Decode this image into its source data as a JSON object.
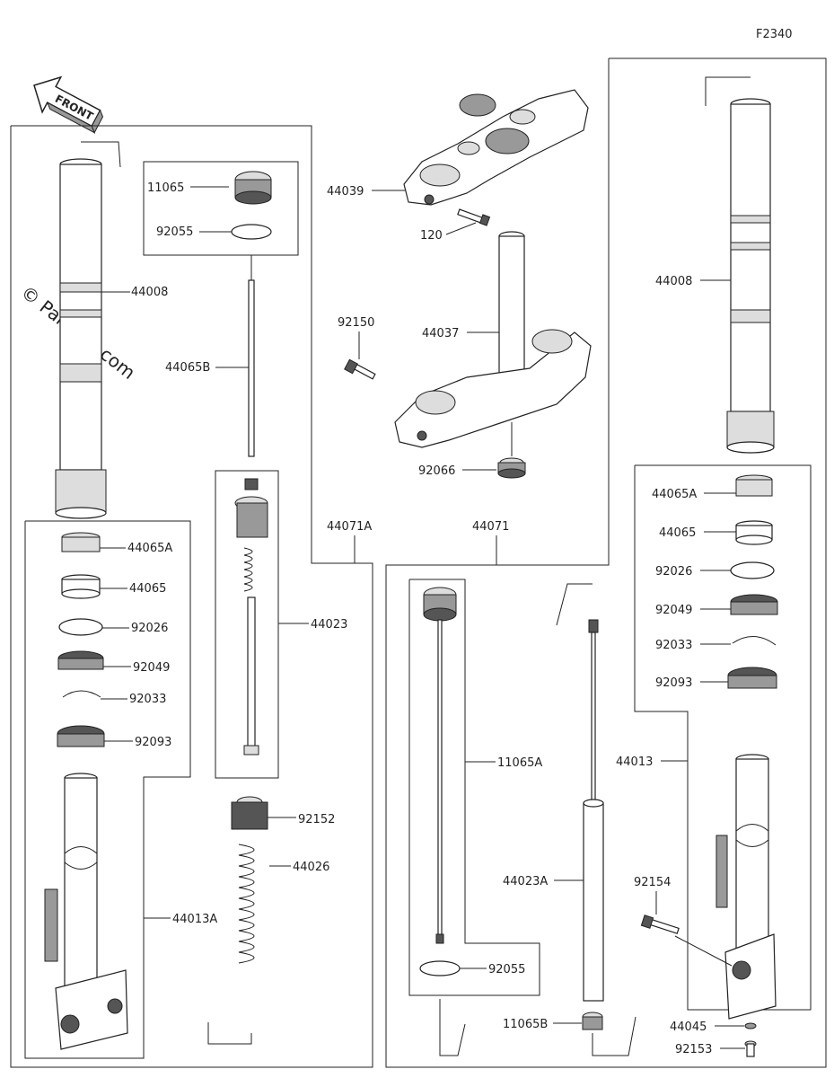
{
  "diagram_code": "F2340",
  "front_label": "FRONT",
  "watermark": "© Partzilla.com",
  "labels": {
    "p11065": "11065",
    "p92055a": "92055",
    "p44008a": "44008",
    "p44065Ba": "44065B",
    "p44065Aa": "44065A",
    "p44065a": "44065",
    "p92026a": "92026",
    "p92049a": "92049",
    "p92033a": "92033",
    "p92093a": "92093",
    "p44013A": "44013A",
    "p44023": "44023",
    "p92152": "92152",
    "p44026": "44026",
    "p44071A": "44071A",
    "p44039": "44039",
    "p120": "120",
    "p92150": "92150",
    "p44037": "44037",
    "p92066": "92066",
    "p44071": "44071",
    "p11065A": "11065A",
    "p92055b": "92055",
    "p44023A": "44023A",
    "p11065B": "11065B",
    "p44008b": "44008",
    "p44065Ab": "44065A",
    "p44065b": "44065",
    "p92026b": "92026",
    "p92049b": "92049",
    "p92033b": "92033",
    "p92093b": "92093",
    "p44013": "44013",
    "p92154": "92154",
    "p44045": "44045",
    "p92153": "92153"
  }
}
